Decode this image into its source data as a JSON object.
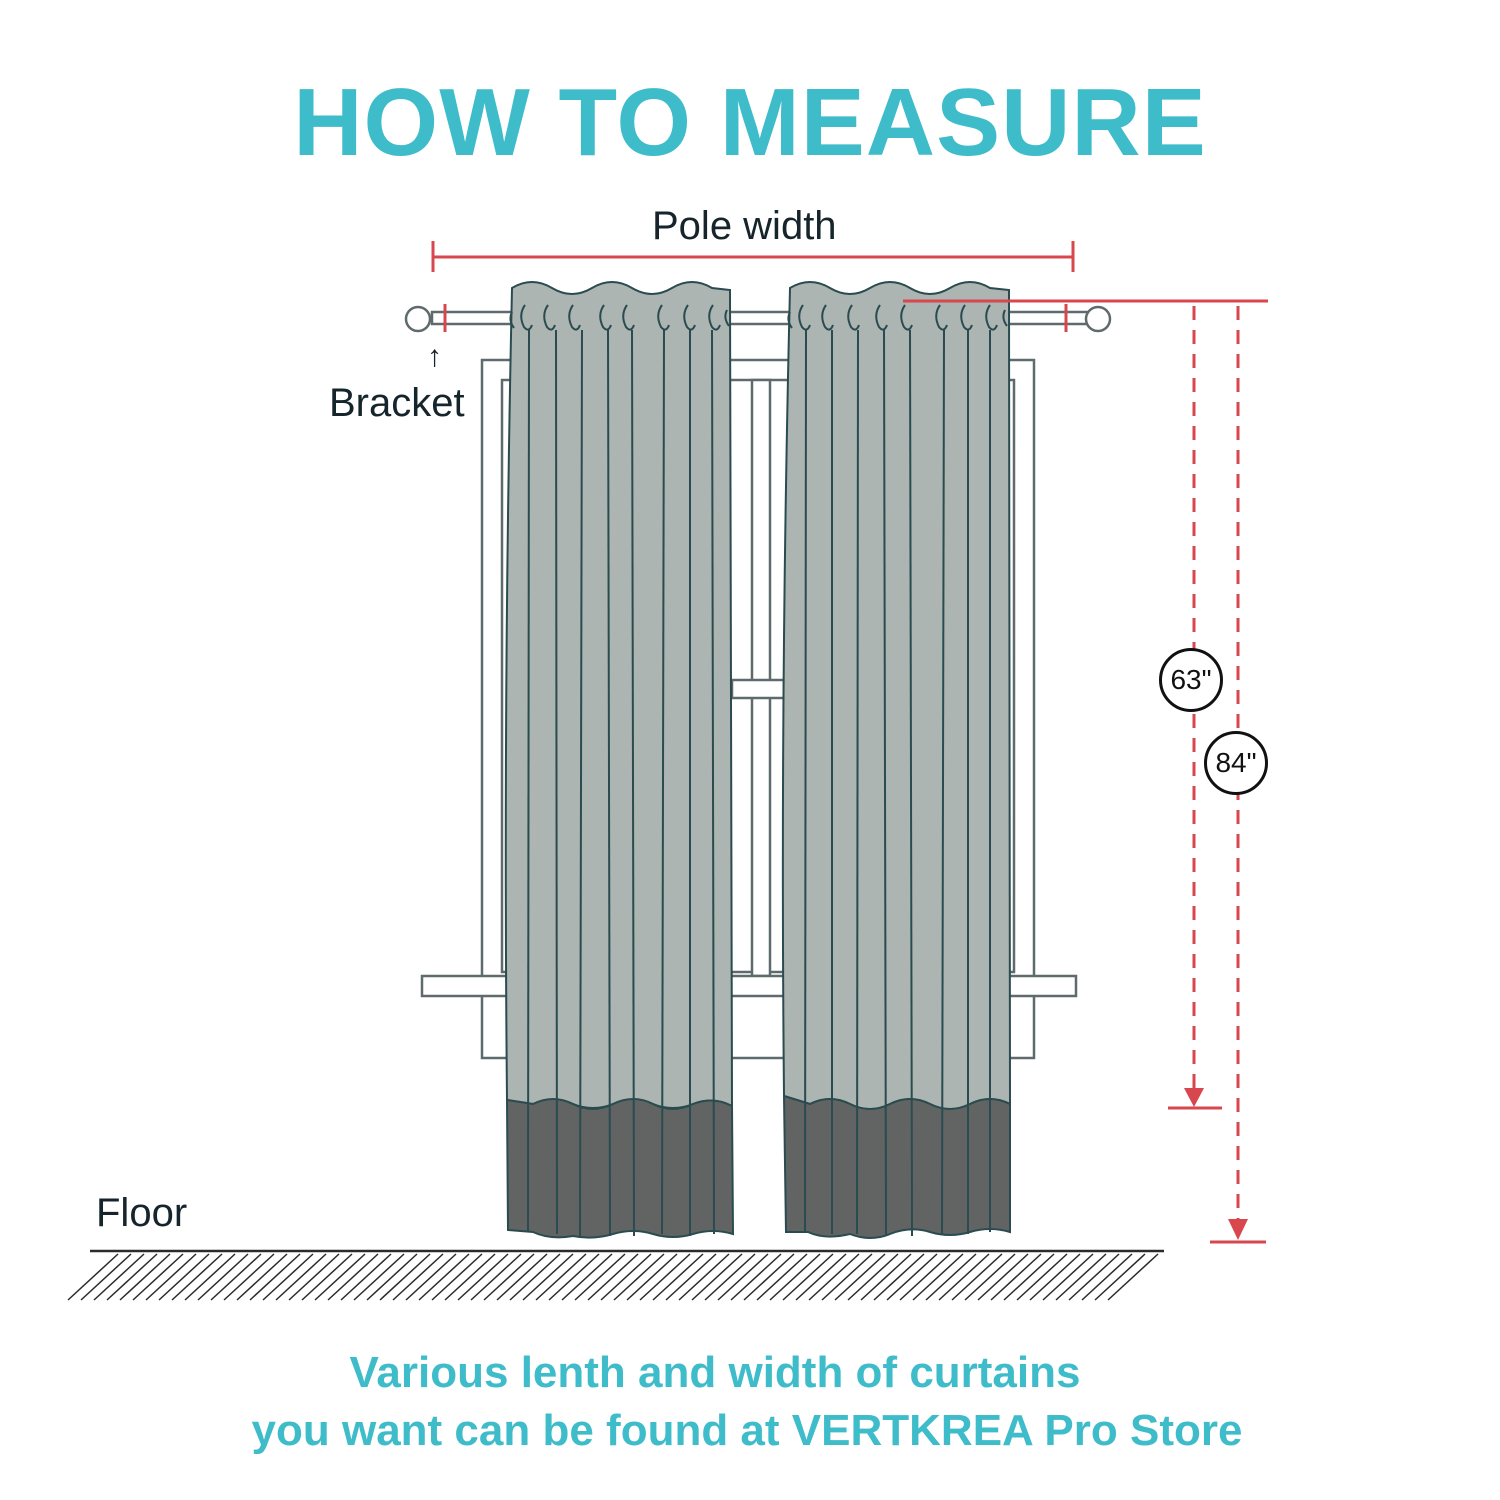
{
  "title": "HOW TO MEASURE",
  "labels": {
    "pole_width": "Pole width",
    "bracket": "Bracket",
    "bracket_arrow": "↑",
    "floor": "Floor"
  },
  "measurements": {
    "short_length": "63\"",
    "long_length": "84\""
  },
  "footer": {
    "line1": "Various lenth and width of curtains",
    "line2_prefix": "you want can be found at",
    "store_name": "VERTKREA",
    "line2_suffix": "Pro Store"
  },
  "colors": {
    "accent": "#3fbcca",
    "measure_red": "#d7474d",
    "curtain_light": "#acb5b1",
    "curtain_dark": "#626463",
    "outline": "#2a4b4f"
  }
}
